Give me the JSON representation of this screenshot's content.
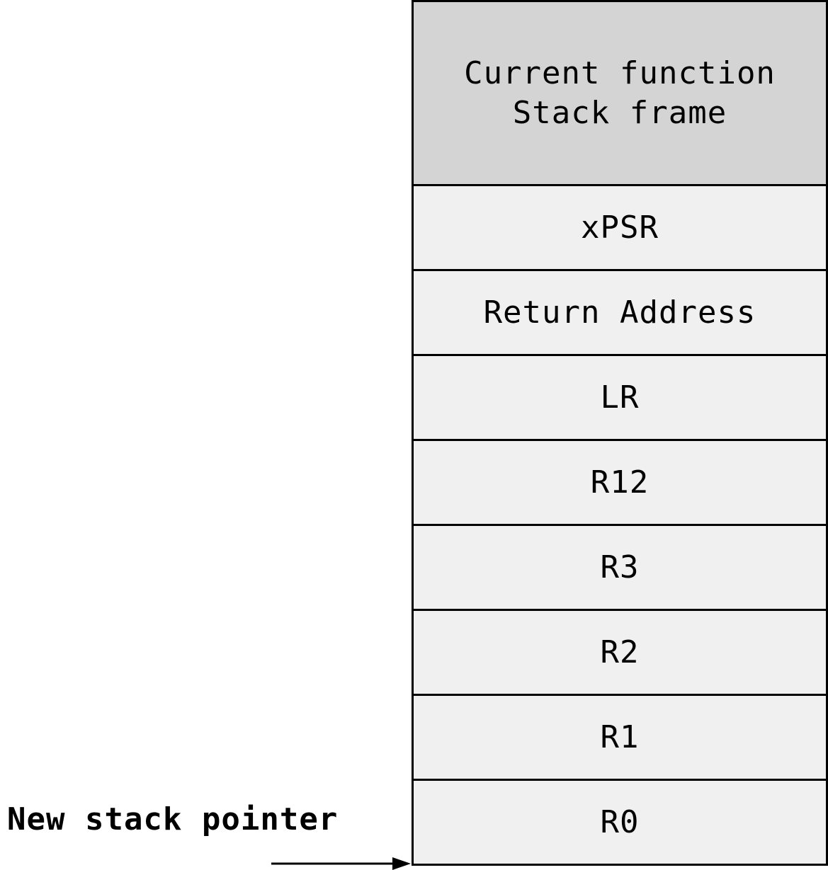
{
  "stack": {
    "frame_line1": "Current function",
    "frame_line2": "Stack frame",
    "registers": [
      "xPSR",
      "Return Address",
      "LR",
      "R12",
      "R3",
      "R2",
      "R1",
      "R0"
    ]
  },
  "pointer": {
    "label": "New stack pointer"
  }
}
